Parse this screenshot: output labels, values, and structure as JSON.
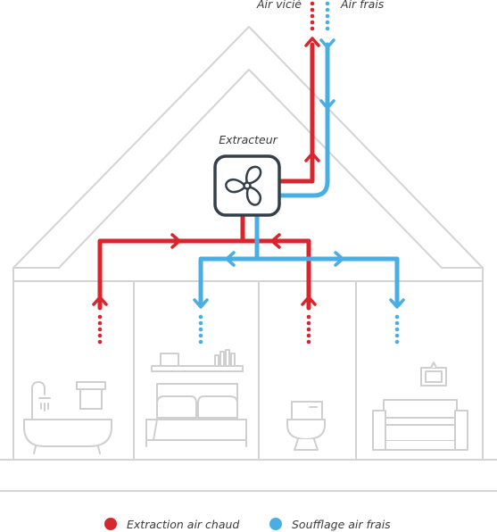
{
  "labels": {
    "air_vicie": "Air vicié",
    "air_frais": "Air frais",
    "extracteur": "Extracteur"
  },
  "legend": [
    {
      "label": "Extraction air chaud",
      "color": "#d7262e"
    },
    {
      "label": "Soufflage air frais",
      "color": "#4aaee3"
    }
  ],
  "colors": {
    "extraction": "#d7262e",
    "soufflage": "#4aaee3",
    "house_line": "#d4d4d4",
    "fan_box": "#33404a"
  },
  "icons": [
    "fan-icon",
    "bathtub-icon",
    "bed-icon",
    "toilet-icon",
    "sofa-icon"
  ]
}
